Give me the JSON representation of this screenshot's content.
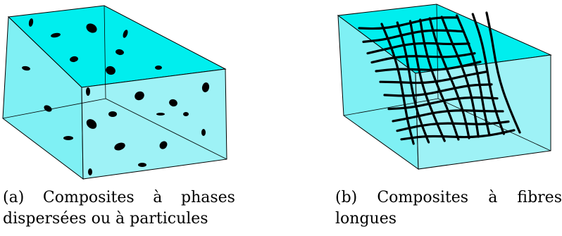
{
  "colors": {
    "matrix_front": "#9ef2f6",
    "matrix_top": "#00eeee",
    "matrix_side": "#5aeef2",
    "inclusion": "#000000",
    "edge": "#000000"
  },
  "figure_a": {
    "caption_label": "(a)",
    "caption_words": [
      "Composites",
      "à",
      "phases"
    ],
    "caption_line2": "dispersées ou à particules"
  },
  "figure_b": {
    "caption_label": "(b)",
    "caption_words": [
      "Composites",
      "à",
      "fibres"
    ],
    "caption_line2": "longues"
  }
}
